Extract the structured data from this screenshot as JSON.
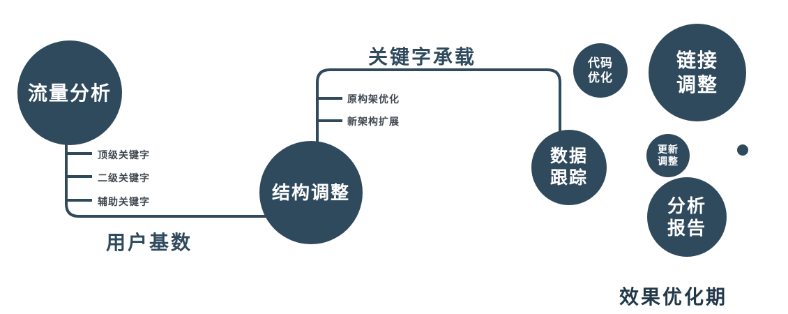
{
  "colors": {
    "accent": "#2f4a5d",
    "branch_text": "#3f4850",
    "node_text": "#ffffff"
  },
  "nodes": {
    "traffic_analysis": {
      "label": "流量分析"
    },
    "structure_adjustment": {
      "label": "结构调整"
    },
    "data_tracking": {
      "lines": [
        "数据",
        "跟踪"
      ]
    },
    "code_optimization": {
      "lines": [
        "代码",
        "优化"
      ]
    },
    "link_adjustment": {
      "lines": [
        "链接",
        "调整"
      ]
    },
    "update_adjustment": {
      "lines": [
        "更新",
        "调整"
      ]
    },
    "analysis_report": {
      "lines": [
        "分析",
        "报告"
      ]
    }
  },
  "edge_labels": {
    "user_base": "用户基数",
    "keyword_bearing": "关键字承载"
  },
  "branches": {
    "traffic": [
      "顶级关键字",
      "二级关键字",
      "辅助关键字"
    ],
    "structure": [
      "原构架优化",
      "新架构扩展"
    ]
  },
  "footer": "效果优化期"
}
